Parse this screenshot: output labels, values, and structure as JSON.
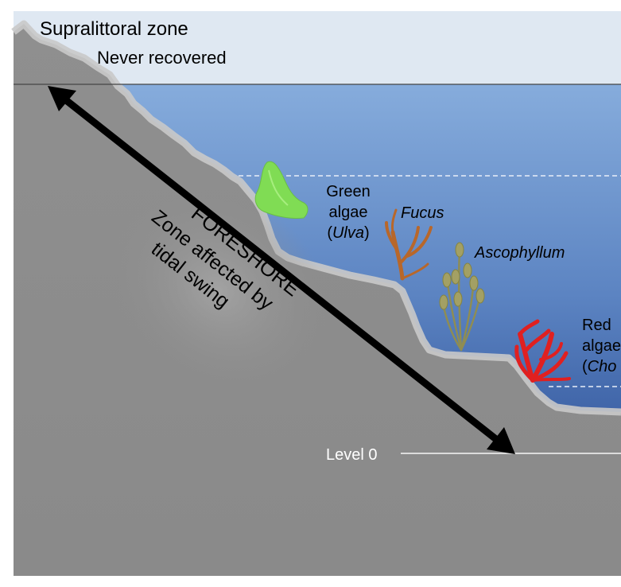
{
  "zones": {
    "supralittoral": {
      "title": "Supralittoral zone",
      "subtitle": "Never recovered"
    },
    "foreshore": {
      "title": "FORESHORE",
      "line1": "Zone affected by",
      "line2": "tidal swing"
    }
  },
  "organisms": {
    "green_algae": {
      "line1": "Green",
      "line2": "algae",
      "paren_open": "(",
      "species": "Ulva",
      "paren_close": ")"
    },
    "fucus": {
      "name": "Fucus"
    },
    "ascophyllum": {
      "name": "Ascophyllum"
    },
    "red_algae": {
      "line1": "Red",
      "line2": "algae",
      "paren_open": "(",
      "species": "Cho"
    }
  },
  "levels": {
    "level0": "Level 0"
  },
  "colors": {
    "sky": "#dfe8f2",
    "water_top": "#7fa6d8",
    "water_bottom": "#35599e",
    "rock": "#8d8d8d",
    "rock_edge": "#c4c4c4",
    "arrow": "#000000",
    "green_algae": "#7ed957",
    "fucus": "#b8672a",
    "ascophyllum": "#9c9a58",
    "red_algae": "#e02020"
  }
}
